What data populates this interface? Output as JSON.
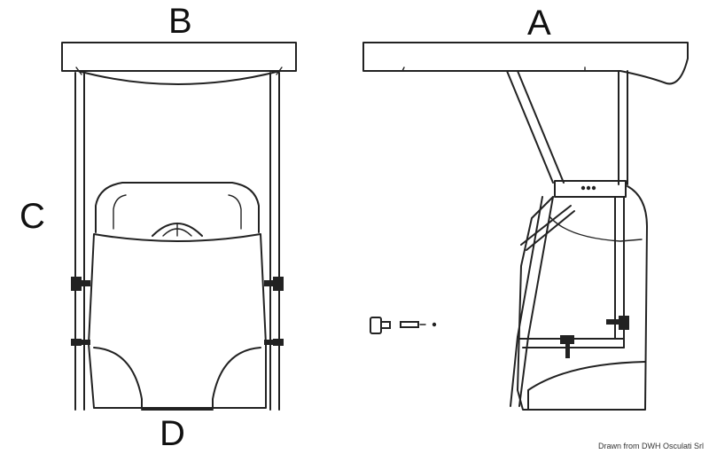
{
  "labels": {
    "a": "A",
    "b": "B",
    "c": "C",
    "d": "D"
  },
  "credit": "Drawn from DWH Osculati Srl",
  "colors": {
    "line": "#222222",
    "background": "#ffffff"
  }
}
